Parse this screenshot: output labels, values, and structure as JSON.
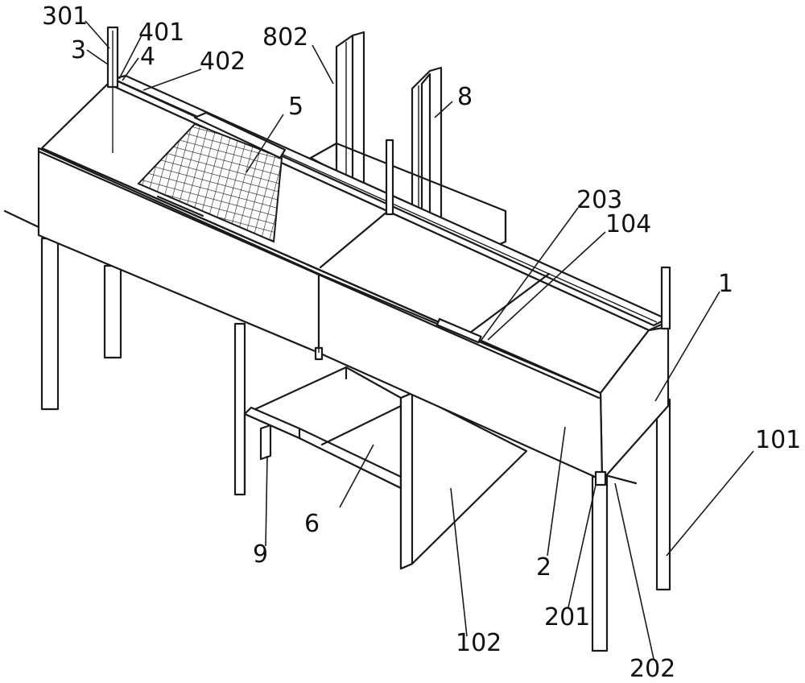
{
  "labels": {
    "l301": "301",
    "l401": "401",
    "l3": "3",
    "l4": "4",
    "l402": "402",
    "l802": "802",
    "l8": "8",
    "l5": "5",
    "l203": "203",
    "l104": "104",
    "l1": "1",
    "l101": "101",
    "l6": "6",
    "l9": "9",
    "l2": "2",
    "l201": "201",
    "l102": "102",
    "l202": "202"
  },
  "colors": {
    "line": "#1a1a1a",
    "background": "#ffffff",
    "mesh": "#1a1a1a"
  }
}
